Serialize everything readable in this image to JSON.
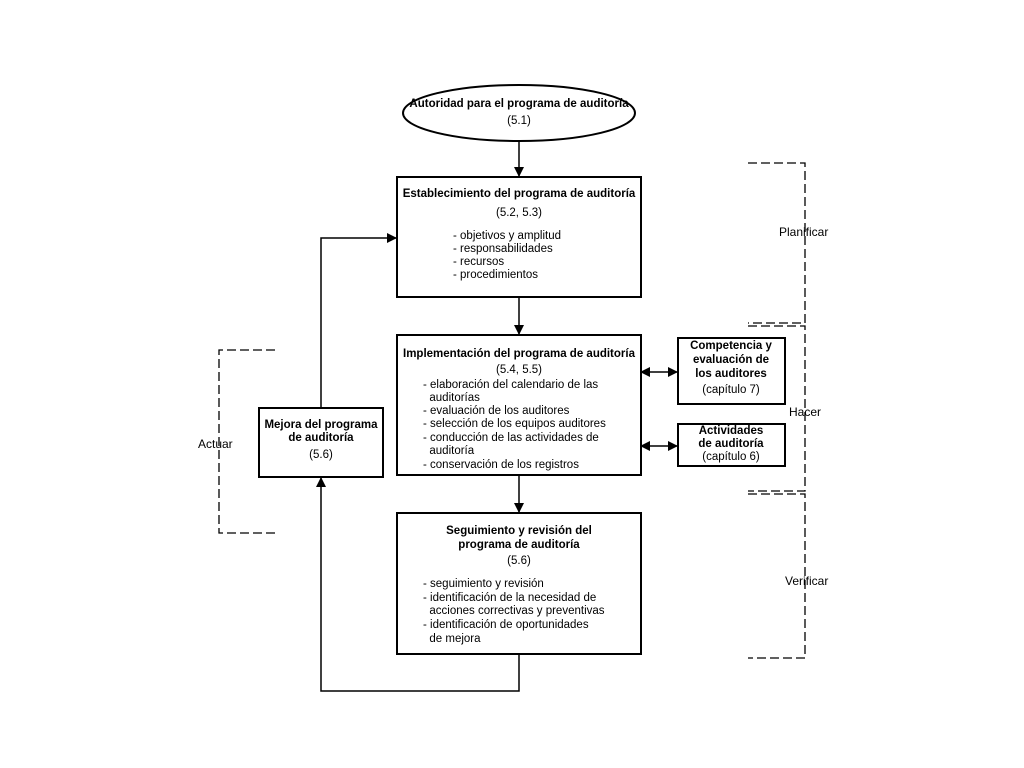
{
  "authority": {
    "title": "Autoridad para el programa de auditoría",
    "ref": "(5.1)"
  },
  "establish": {
    "title": "Establecimiento del programa de auditoría",
    "ref": "(5.2, 5.3)",
    "items": [
      "- objetivos y amplitud",
      "- responsabilidades",
      "- recursos",
      "- procedimientos"
    ]
  },
  "implement": {
    "title": "Implementación del programa de auditoría",
    "ref": "(5.4, 5.5)",
    "items": [
      "- elaboración del calendario de las",
      "  auditorías",
      "- evaluación de los auditores",
      "- selección de los equipos auditores",
      "- conducción de las actividades de",
      "  auditoría",
      "- conservación de los registros"
    ]
  },
  "monitor": {
    "title_line1": "Seguimiento y revisión del",
    "title_line2": "programa de auditoría",
    "ref": "(5.6)",
    "items": [
      "- seguimiento y revisión",
      "- identificación de la necesidad de",
      "  acciones correctivas y preventivas",
      "- identificación de oportunidades",
      "  de mejora"
    ]
  },
  "improve": {
    "title_line1": "Mejora del programa",
    "title_line2": "de auditoría",
    "ref": "(5.6)"
  },
  "competence": {
    "line1": "Competencia y",
    "line2": "evaluación de",
    "line3": "los auditores",
    "ref": "(capítulo 7)"
  },
  "activities": {
    "line1": "Actividades",
    "line2": "de auditoría",
    "ref": "(capítulo 6)"
  },
  "phases": {
    "plan": "Planificar",
    "do": "Hacer",
    "check": "Verificar",
    "act": "Actuar"
  }
}
